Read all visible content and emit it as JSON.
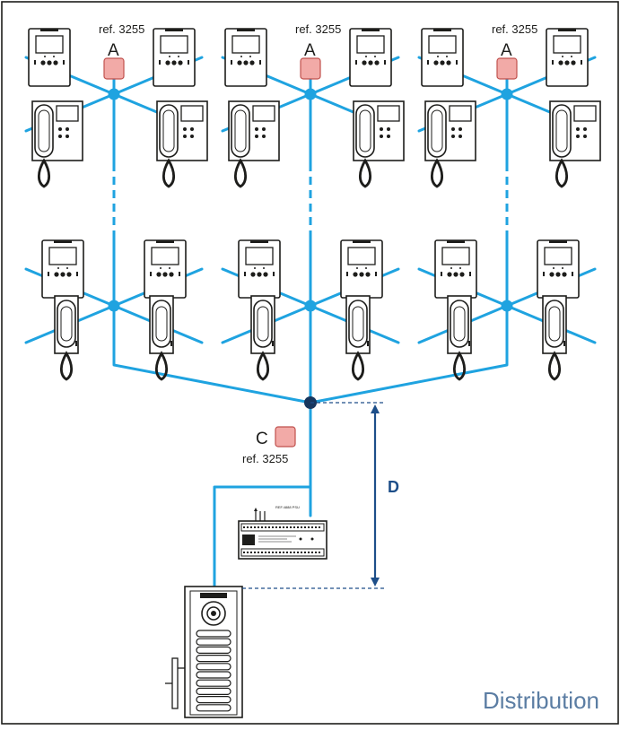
{
  "diagram": {
    "colors": {
      "wire": "#1fa3e0",
      "junction": "#1fa3e0",
      "main_junction": "#17365d",
      "module_fill": "#f2aaa7",
      "module_stroke": "#c0504d",
      "dimension": "#1d4e89",
      "title": "#5b7da3",
      "frame": "#1d1d1b"
    },
    "module_labels": {
      "ref_text": "ref. 3255",
      "letter_a": "A",
      "letter_c": "C"
    },
    "dimension_label": "D",
    "power_supply_text": "REF.4888 PSU",
    "title": "Distribution"
  }
}
